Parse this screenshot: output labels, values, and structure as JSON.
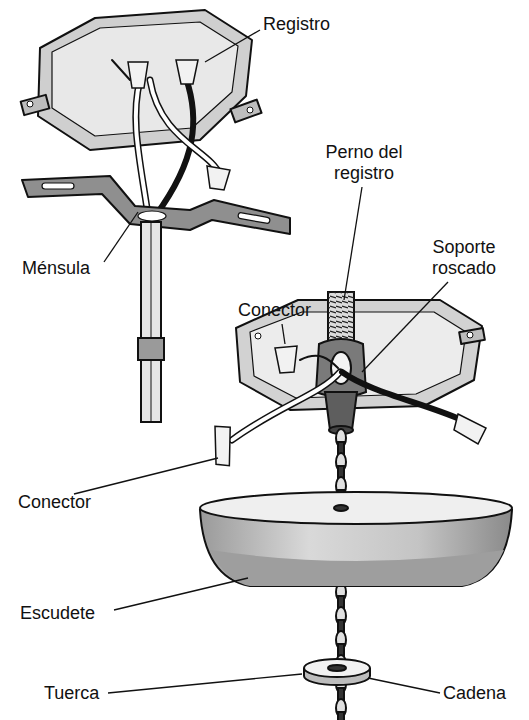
{
  "diagram": {
    "labels": [
      "Registro",
      "Ménsula",
      "Perno del registro",
      "Soporte roscado",
      "Conector",
      "Conector",
      "Escudete",
      "Tuerca",
      "Cadena"
    ]
  }
}
